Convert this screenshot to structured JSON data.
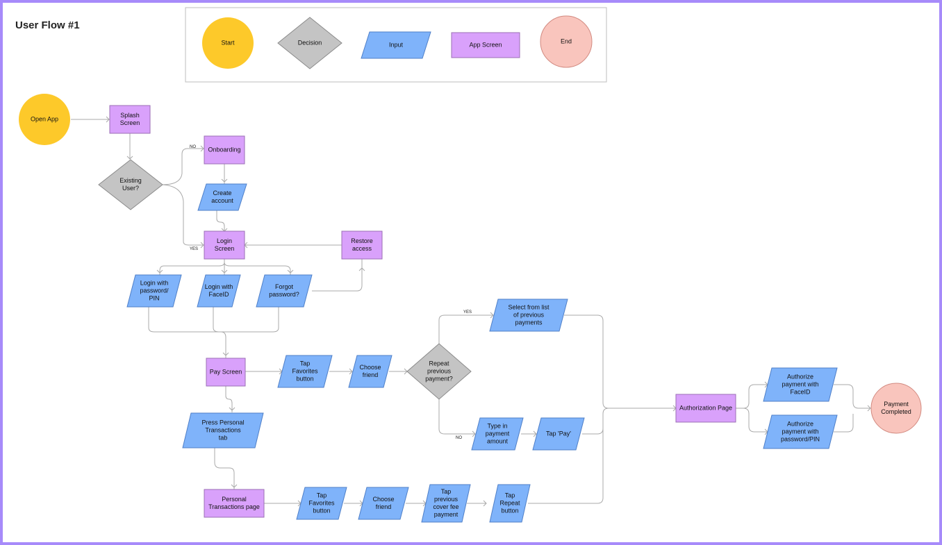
{
  "title": "User Flow #1",
  "legend": {
    "start": "Start",
    "decision": "Decision",
    "input": "Input",
    "app_screen": "App Screen",
    "end": "End"
  },
  "colors": {
    "start": "#fdc92a",
    "decision": "#c4c4c4",
    "input": "#7fb3fa",
    "app_screen": "#d9a1fb",
    "end": "#f9c5bd",
    "connector": "#a9a9a9",
    "frame": "#a78bfa"
  },
  "nodes": {
    "open_app": [
      "Open App"
    ],
    "splash": [
      "Splash",
      "Screen"
    ],
    "existing_user": [
      "Existing",
      "User?"
    ],
    "onboarding": [
      "Onboarding"
    ],
    "create_account": [
      "Create",
      "account"
    ],
    "login_screen": [
      "Login",
      "Screen"
    ],
    "restore_access": [
      "Restore",
      "access"
    ],
    "login_password": [
      "Login with",
      "password/",
      "PIN"
    ],
    "login_faceid": [
      "Login with",
      "FaceID"
    ],
    "forgot_password": [
      "Forgot",
      "password?"
    ],
    "pay_screen": [
      "Pay Screen"
    ],
    "tap_favorites_1": [
      "Tap",
      "Favorites",
      "button"
    ],
    "choose_friend_1": [
      "Choose",
      "friend"
    ],
    "repeat_previous": [
      "Repeat",
      "previous",
      "payment?"
    ],
    "select_from_list": [
      "Select from list",
      "of previous",
      "payments"
    ],
    "type_amount": [
      "Type in",
      "payment",
      "amount"
    ],
    "tap_pay": [
      "Tap 'Pay'"
    ],
    "press_personal": [
      "Press Personal",
      "Transactions",
      "tab"
    ],
    "personal_page": [
      "Personal",
      "Transactions page"
    ],
    "tap_favorites_2": [
      "Tap",
      "Favorites",
      "button"
    ],
    "choose_friend_2": [
      "Choose",
      "friend"
    ],
    "tap_cover_fee": [
      "Tap",
      "previous",
      "cover fee",
      "payment"
    ],
    "tap_repeat": [
      "Tap",
      "Repeat",
      "button"
    ],
    "authorization": [
      "Authorization Page"
    ],
    "auth_faceid": [
      "Authorize",
      "payment with",
      "FaceID"
    ],
    "auth_password": [
      "Authorize",
      "payment with",
      "password/PIN"
    ],
    "payment_completed": [
      "Payment",
      "Completed"
    ]
  },
  "edge_labels": {
    "no_onboarding": "NO",
    "yes_login": "YES",
    "yes_select": "YES",
    "no_type": "NO"
  }
}
